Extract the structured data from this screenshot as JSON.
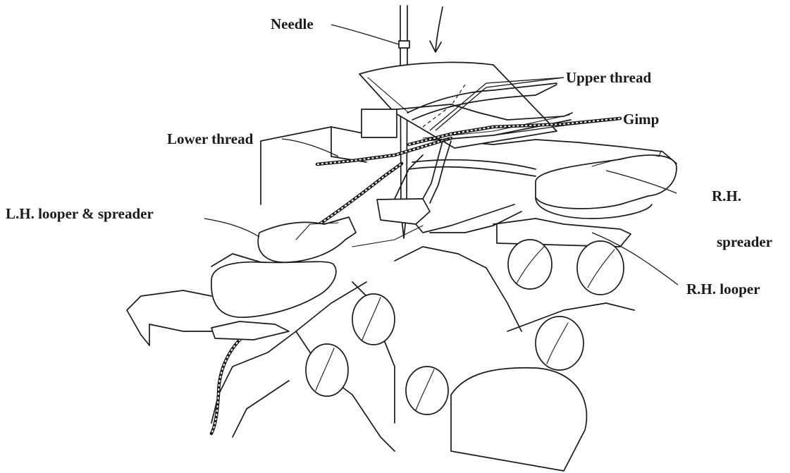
{
  "figure": {
    "labels": {
      "needle": "Needle",
      "upper_thread": "Upper thread",
      "gimp": "Gimp",
      "lower_thread": "Lower thread",
      "lh_looper_spreader": "L.H. looper & spreader",
      "rh_spreader_line1": "R.H.",
      "rh_spreader_line2": "spreader",
      "rh_looper": "R.H. looper"
    }
  }
}
